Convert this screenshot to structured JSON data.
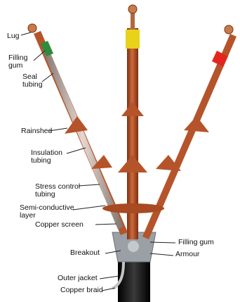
{
  "labels": {
    "lug": "Lug",
    "filling_gum_top": [
      "Filling",
      "gum"
    ],
    "seal_tubing": [
      "Seal",
      "tubing"
    ],
    "rainshed": "Rainshed",
    "insulation_tubing": [
      "Insulation",
      "tubing"
    ],
    "stress_control_tubing": [
      "Stress control",
      "tubing"
    ],
    "semi_conductive_layer": [
      "Semi-conductive",
      "layer"
    ],
    "copper_screen": "Copper  screen",
    "filling_gum_right": "Filling gum",
    "breakout": "Breakout",
    "armour": "Armour",
    "outer_jacket": "Outer jacket",
    "copper_braid": "Copper braid"
  },
  "colors": {
    "tubing": "#b5542a",
    "tubing_dark": "#7a2f12",
    "yellow_cap": "#e8d21a",
    "red_cap": "#e3261d",
    "green_gum": "#2f8c3a",
    "cable_jacket": "#1a1a1a",
    "breakout": "#9aa0a6"
  }
}
